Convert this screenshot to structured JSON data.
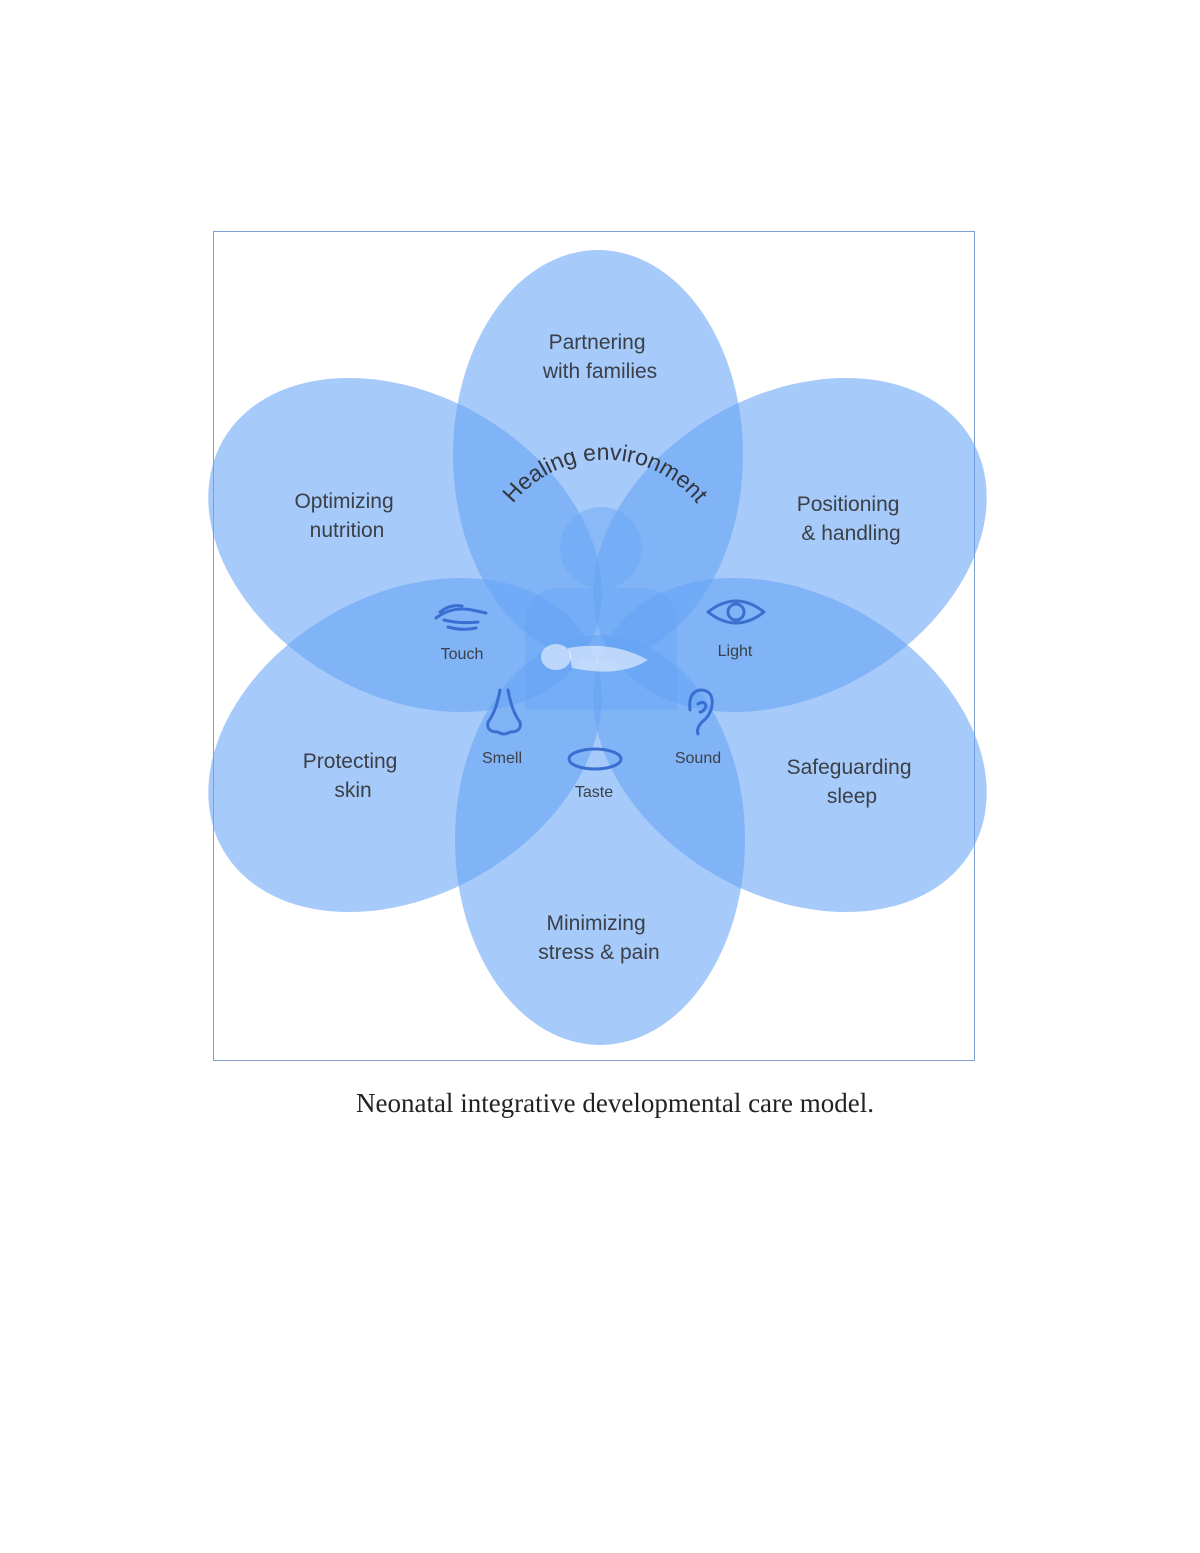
{
  "diagram": {
    "center_arc_text": "Healing environment",
    "petals": {
      "top": [
        "Partnering",
        "with families"
      ],
      "upper_left": [
        "Optimizing",
        "nutrition"
      ],
      "upper_right": [
        "Positioning",
        "& handling"
      ],
      "lower_left": [
        "Protecting",
        "skin"
      ],
      "lower_right": [
        "Safeguarding",
        "sleep"
      ],
      "bottom": [
        "Minimizing",
        "stress & pain"
      ]
    },
    "senses": {
      "touch": "Touch",
      "light": "Light",
      "smell": "Smell",
      "sound": "Sound",
      "taste": "Taste"
    },
    "icons": [
      "touch-hand-icon",
      "eye-icon",
      "nose-icon",
      "ear-icon",
      "mouth-icon",
      "parent-infant-icon"
    ],
    "colors": {
      "petal": "#66a3f5",
      "icon": "#3a6fd1",
      "frame": "#7f9fcf"
    }
  },
  "caption": "Neonatal integrative developmental care model."
}
